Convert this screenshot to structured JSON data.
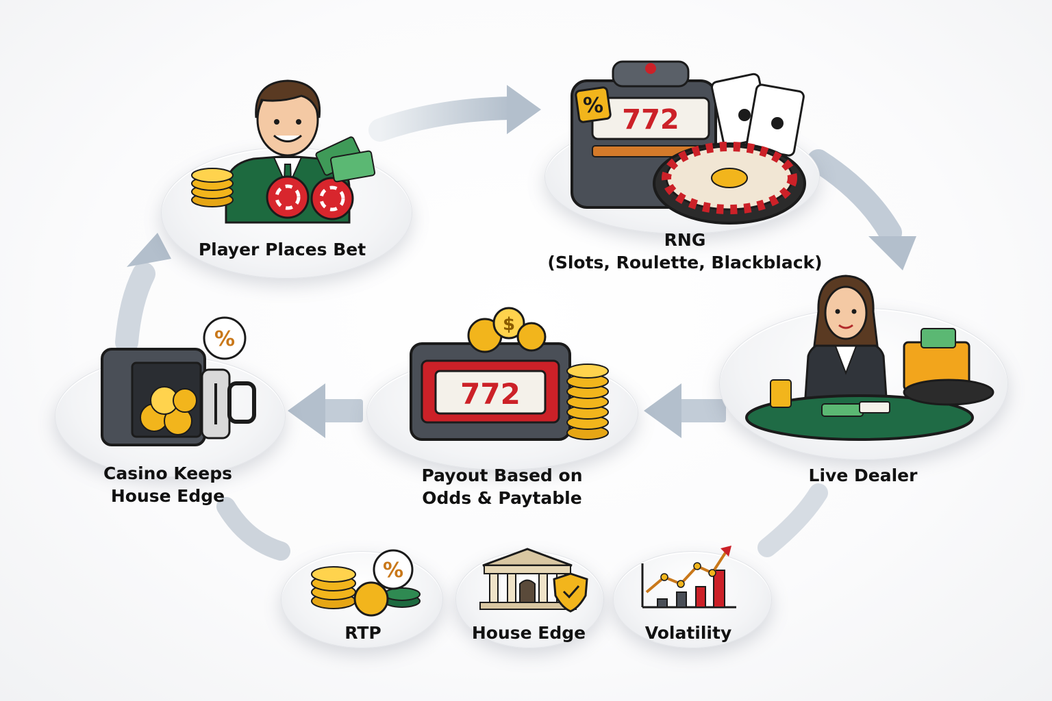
{
  "nodes": {
    "player": {
      "label": "Player Places Bet"
    },
    "rng": {
      "label_line1": "RNG",
      "label_line2": "(Slots, Roulette, Blackblack)",
      "reel_text": "772"
    },
    "live_dealer": {
      "label": "Live Dealer"
    },
    "payout": {
      "label_line1": "Payout Based on",
      "label_line2": "Odds & Paytable",
      "reel_text": "772"
    },
    "casino": {
      "label_line1": "Casino Keeps",
      "label_line2": "House Edge"
    }
  },
  "metrics": [
    {
      "label": "RTP",
      "icon": "coins-percent-icon"
    },
    {
      "label": "House Edge",
      "icon": "bank-shield-icon"
    },
    {
      "label": "Volatility",
      "icon": "bar-chart-icon"
    }
  ],
  "symbols": {
    "percent": "%",
    "dollar": "$"
  },
  "colors": {
    "arrow": "#b9c3cf",
    "gold": "#f2b51c",
    "chip_red": "#d8262d",
    "felt_green": "#1f6b45",
    "suit_green": "#1d6a3f",
    "reel_red": "#cc2128",
    "machine_gray": "#4a4f57"
  }
}
